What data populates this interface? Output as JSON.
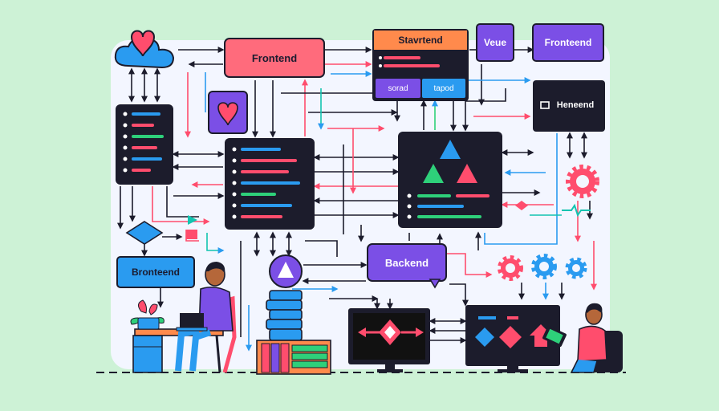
{
  "labels": {
    "frontend_top": "Frontend",
    "stavrtend": "Stavrtend",
    "sorad": "sorad",
    "tapod": "tapod",
    "vue": "Veue",
    "frontend_right": "Fronteend",
    "heneend": "Heneend",
    "backend": "Backend",
    "bronteend": "Bronteend"
  },
  "colors": {
    "background": "#cdf2d6",
    "panel": "#f3f6ff",
    "dark": "#1c1c2c",
    "coral": "#ff5b78",
    "purple": "#7b4fe6",
    "blue": "#2a9bf0",
    "green": "#2ed07a",
    "teal": "#13c4b0"
  },
  "icons": [
    "heart-cloud-icon",
    "heart-icon",
    "triangle-logo-icon",
    "gear-icon",
    "diamond-icon",
    "flower-pot-icon",
    "laptop-icon",
    "tablet-icon",
    "monitor-icon"
  ]
}
